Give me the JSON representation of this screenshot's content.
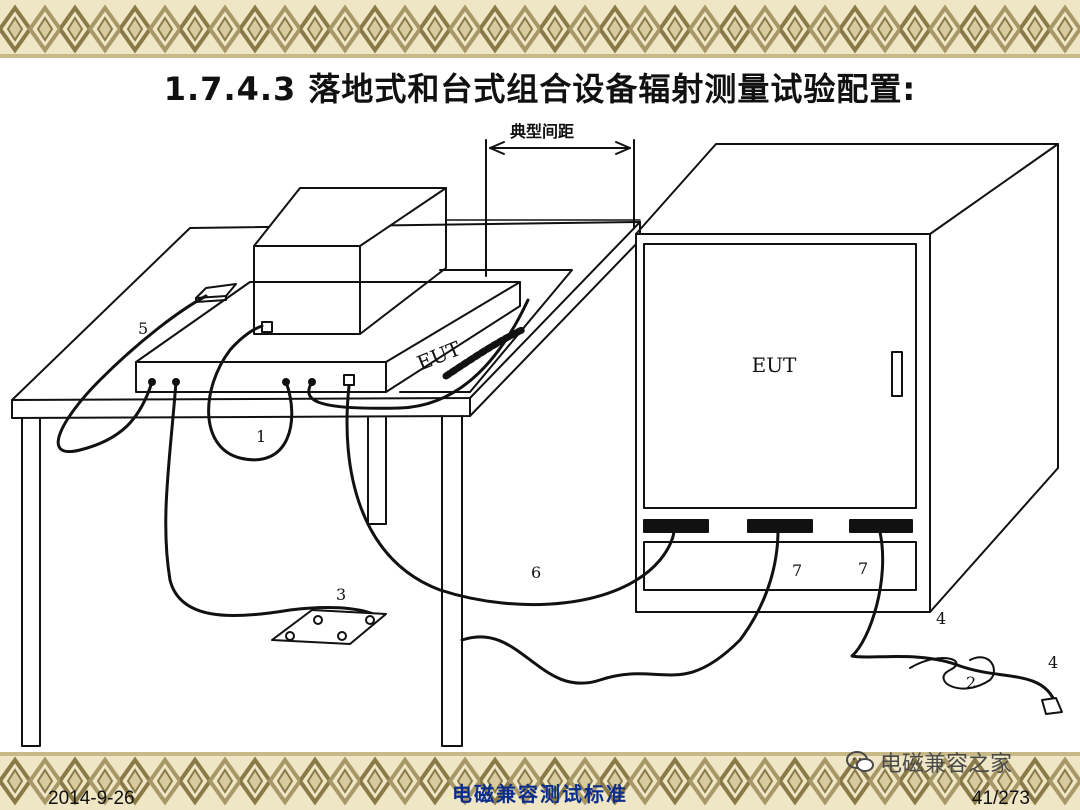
{
  "slide": {
    "title": "1.7.4.3 落地式和台式组合设备辐射测量试验配置:",
    "footer_date": "2014-9-26",
    "footer_center": "电磁兼容测试标准",
    "footer_page": "41/273",
    "watermark_text": "电磁兼容之家"
  },
  "figure": {
    "spacing_label": "典型间距",
    "eut_left": "EUT",
    "eut_right": "EUT",
    "callouts": {
      "c1": "1",
      "c2": "2",
      "c3": "3",
      "c4a": "4",
      "c4b": "4",
      "c5": "5",
      "c6": "6",
      "c7a": "7",
      "c7b": "7"
    }
  },
  "colors": {
    "band_bg": "#efe6c6",
    "band_pattern": "#8a7a48",
    "footer_center_text": "#0b2e8c"
  }
}
